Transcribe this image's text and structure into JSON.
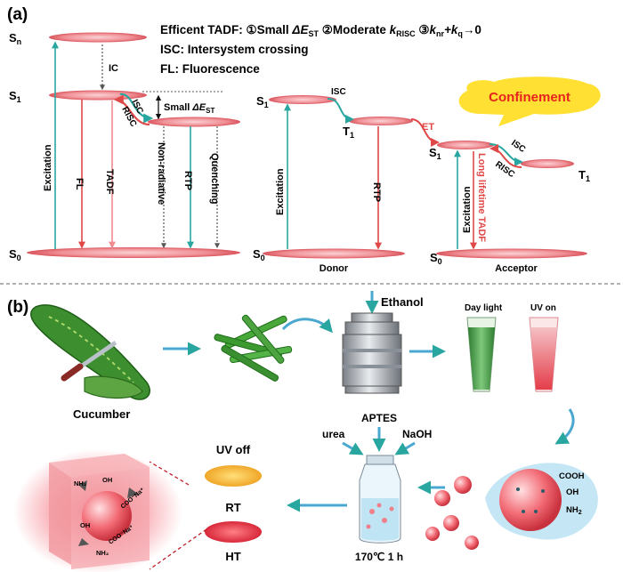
{
  "panel_a": {
    "label": "(a)",
    "header": {
      "line1_prefix": "Efficent TADF: ",
      "c1": "①",
      "small": "Small ",
      "delta_e": "ΔE",
      "st": "ST",
      "c2": " ②",
      "moderate": "Moderate ",
      "k": "k",
      "risc": "RISC",
      "c3": " ③",
      "knr_k": "k",
      "nr": "nr",
      "plus_k": "+k",
      "q": "q",
      "arrow0": "→0",
      "line2": "ISC: Intersystem crossing",
      "line3": "FL: Fluorescence"
    },
    "left": {
      "sn": "S",
      "sn_sub": "n",
      "s1": "S",
      "s1_sub": "1",
      "s0": "S",
      "s0_sub": "0",
      "ic": "IC",
      "small_delta_prefix": "Small ",
      "small_delta_e": "ΔE",
      "small_delta_sub": "ST",
      "isc": "ISC",
      "risc": "RISC",
      "excitation": "Excitation",
      "fl": "FL",
      "tadf": "TADF",
      "nonrad": "Non-radiative",
      "rtp": "RTP",
      "quenching": "Quenching"
    },
    "middle": {
      "s1": "S",
      "s1_sub": "1",
      "t1": "T",
      "t1_sub": "1",
      "s0": "S",
      "s0_sub": "0",
      "isc": "ISC",
      "excitation": "Excitation",
      "rtp": "RTP",
      "donor": "Donor",
      "et": "ET"
    },
    "right": {
      "confinement": "Confinement",
      "s1": "S",
      "s1_sub": "1",
      "t1": "T",
      "t1_sub": "1",
      "s0": "S",
      "s0_sub": "0",
      "isc": "ISC",
      "risc": "RISC",
      "excitation": "Excitation",
      "long_tadf": "Long lifetime TADF",
      "acceptor": "Acceptor"
    }
  },
  "panel_b": {
    "label": "(b)",
    "cucumber": "Cucumber",
    "ethanol": "Ethanol",
    "day_light": "Day light",
    "uv_on": "UV on",
    "aptes": "APTES",
    "urea": "urea",
    "naoh": "NaOH",
    "temp": "170℃  1 h",
    "uv_off": "UV off",
    "rt": "RT",
    "ht": "HT",
    "cooh": "COOH",
    "oh": "OH",
    "nh2": "NH",
    "nh2_sub": "2",
    "cube_nh2a": "NH₂",
    "cube_oha": "OH",
    "cube_coona": "COO⁻Na⁺",
    "cube_oh2": "OH",
    "cube_coona2": "COO⁻Na⁺",
    "cube_nh2b": "NH₂"
  },
  "colors": {
    "teal": "#2aa6a0",
    "red": "#e04848",
    "pink": "#ee8c90",
    "level": "#e87a80",
    "confinement_bg": "#ffe033",
    "confinement_text": "#e8231e",
    "arrow_blue": "#4aa8d0"
  }
}
